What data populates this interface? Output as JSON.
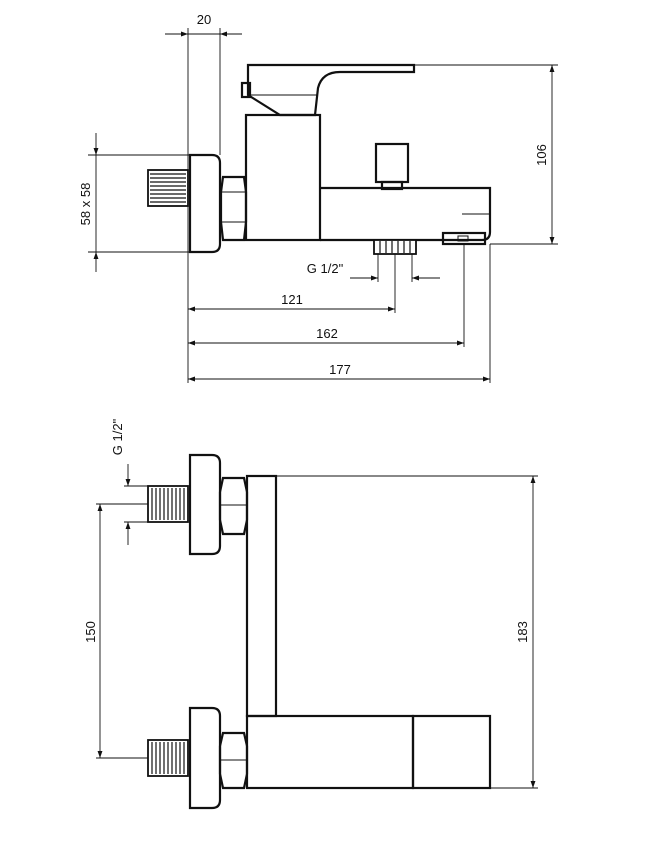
{
  "top_view": {
    "dimensions": {
      "plate_thickness": "20",
      "height": "106",
      "plate_size": "58 x 58",
      "thread": "G 1/2\"",
      "to_outlet": "121",
      "to_diverter": "162",
      "total_length": "177"
    }
  },
  "side_view": {
    "dimensions": {
      "thread": "G 1/2\"",
      "inlet_spacing": "150",
      "total_height": "183"
    }
  }
}
